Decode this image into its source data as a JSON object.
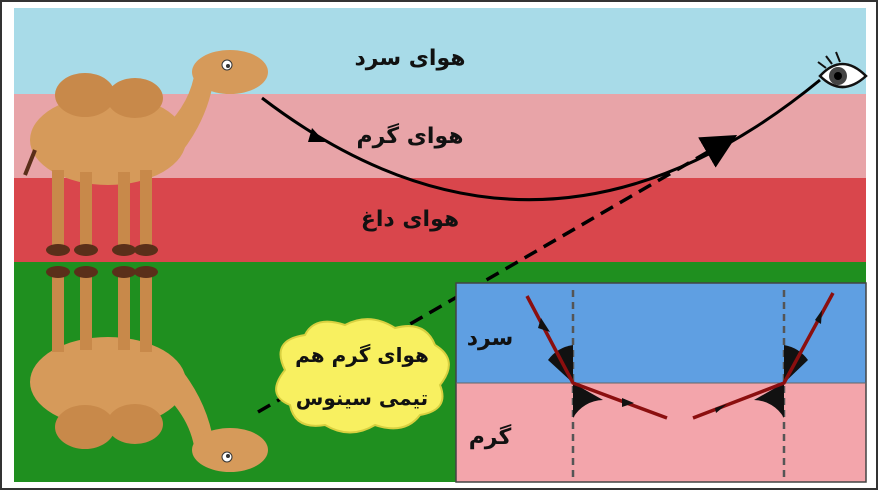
{
  "layers": {
    "cold_label": "هوای سرد",
    "warm_label": "هوای گرم",
    "hot_label": "هوای داغ"
  },
  "cloud": {
    "line1": "هوای گرم هم",
    "line2": "تیمی سینوس"
  },
  "inset": {
    "cold_label": "سرد",
    "warm_label": "گرم"
  },
  "colors": {
    "cold_air": "#a8dbe8",
    "warm_air": "#e8a4a8",
    "hot_air": "#d9464c",
    "ground": "#1f8f1f",
    "inset_cold": "#5f9fe2",
    "inset_warm": "#f3a5ab",
    "ray": "#8b0f0f",
    "cloud": "#f8f060"
  },
  "icons": [
    "camel-icon",
    "camel-reflection-icon",
    "eye-icon",
    "cloud-icon"
  ]
}
